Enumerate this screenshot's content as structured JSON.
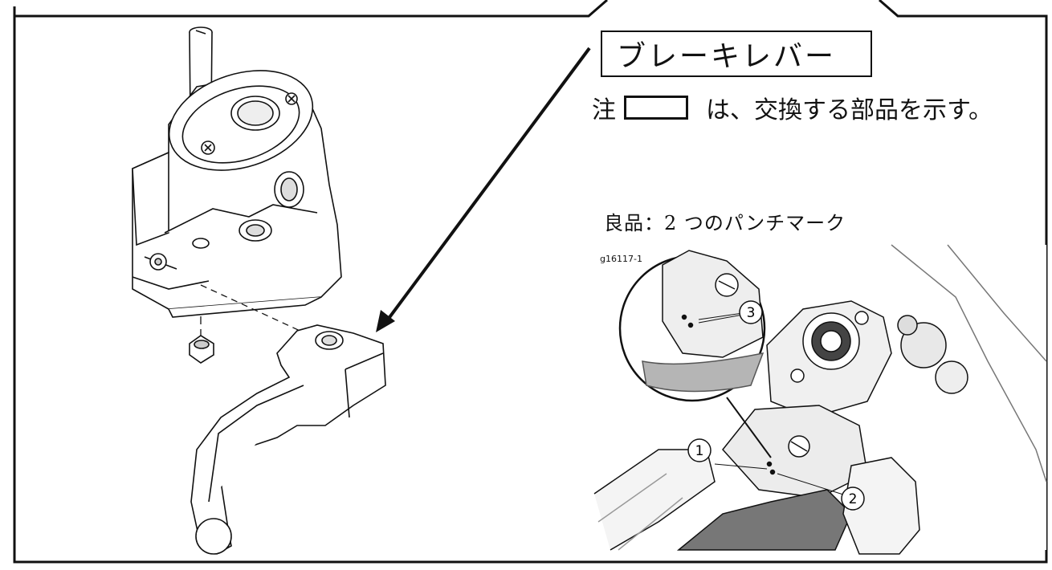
{
  "part_label": "ブレーキレバー",
  "note": {
    "prefix": "注",
    "text": "は、交換する部品を示す。"
  },
  "good_part": {
    "title": "良品：2 つのパンチマーク",
    "photo_code": "g16117-1",
    "callouts": [
      "1",
      "2",
      "3"
    ]
  }
}
